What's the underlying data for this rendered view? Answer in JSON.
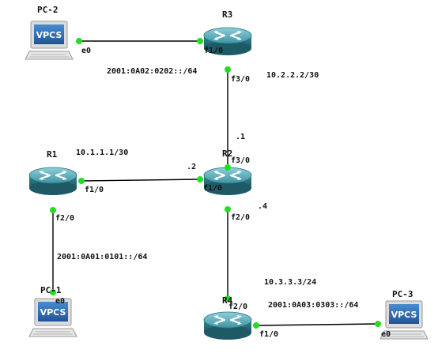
{
  "devices": {
    "pc2": {
      "name": "PC-2",
      "screen_text": "VPCS"
    },
    "pc1": {
      "name": "PC-1",
      "screen_text": "VPCS"
    },
    "pc3": {
      "name": "PC-3",
      "screen_text": "VPCS"
    },
    "r1": {
      "name": "R1"
    },
    "r2": {
      "name": "R2"
    },
    "r3": {
      "name": "R3"
    },
    "r4": {
      "name": "R4"
    }
  },
  "ports": {
    "pc2_e0": "e0",
    "r3_f10": "f1/0",
    "r3_f30": "f3/0",
    "r2_f30": "f3/0",
    "r1_f10": "f1/0",
    "r2_f10": "f1/0",
    "r1_f20": "f2/0",
    "pc1_e0": "e0",
    "r2_f20": "f2/0",
    "r4_f20": "f2/0",
    "r4_f10": "f1/0",
    "pc3_e0": "e0"
  },
  "networks": {
    "ipv6_r3_pc2": "2001:0A02:0202::/64",
    "ipv4_r2_r3": "10.2.2.2/30",
    "ipv4_r1_r2": "10.1.1.1/30",
    "ipv6_r1_pc1": "2001:0A01:0101::/64",
    "ipv4_r2_r4": "10.3.3.3/24",
    "ipv6_r4_pc3": "2001:0A03:0303::/64"
  },
  "host_octets": {
    "r2_f30": ".1",
    "r2_f10": ".2",
    "r2_f20": ".4"
  },
  "colors": {
    "link": "#000000",
    "port_dot": "#22dd22",
    "router_top": "#5aa6b4",
    "router_side": "#2f7d8c",
    "vpcs_screen": "#2f6fb5"
  }
}
